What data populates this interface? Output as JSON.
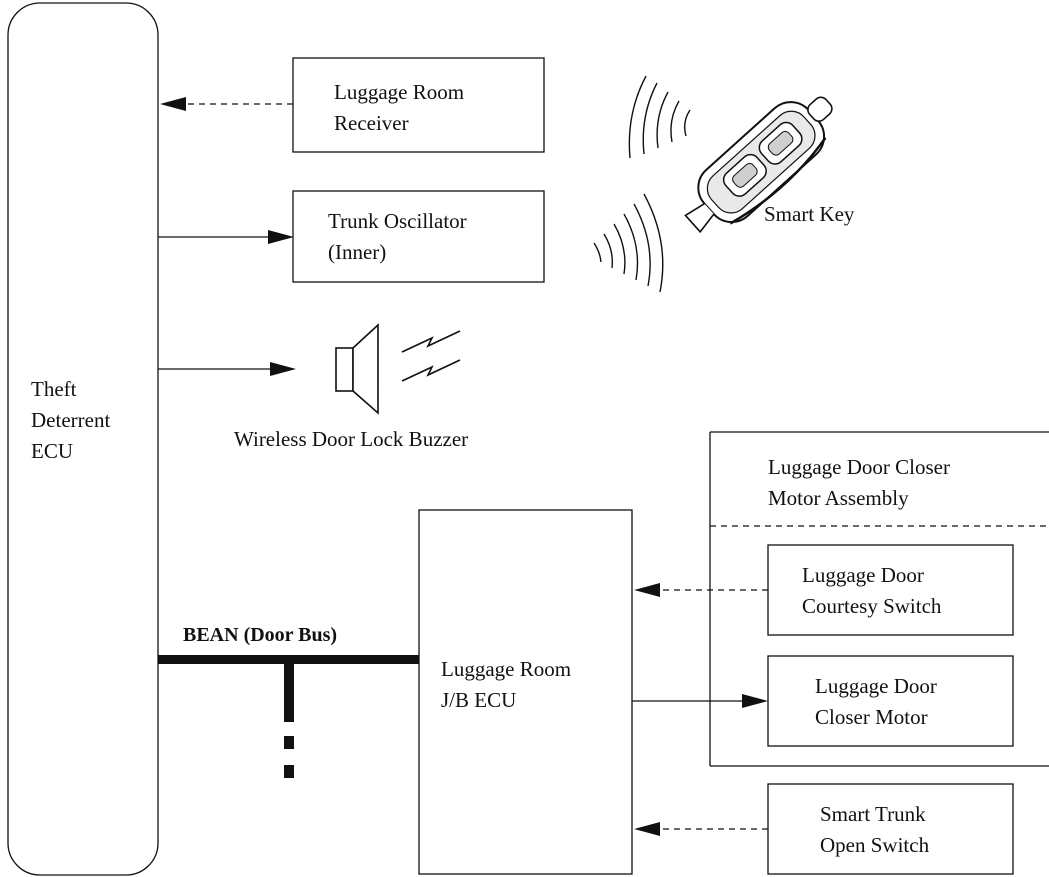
{
  "components": {
    "theft_ecu": [
      "Theft",
      "Deterrent",
      "ECU"
    ],
    "receiver": [
      "Luggage Room",
      "Receiver"
    ],
    "oscillator": [
      "Trunk Oscillator",
      "(Inner)"
    ],
    "smart_key": [
      "Smart Key"
    ],
    "buzzer": [
      "Wireless Door Lock Buzzer"
    ],
    "bus": [
      "BEAN (Door Bus)"
    ],
    "jb_ecu": [
      "Luggage Room",
      "J/B ECU"
    ],
    "closer_assembly": [
      "Luggage Door Closer",
      "Motor Assembly"
    ],
    "courtesy_switch": [
      "Luggage Door",
      "Courtesy Switch"
    ],
    "closer_motor": [
      "Luggage Door",
      "Closer Motor"
    ],
    "open_switch": [
      "Smart Trunk",
      "Open Switch"
    ]
  }
}
